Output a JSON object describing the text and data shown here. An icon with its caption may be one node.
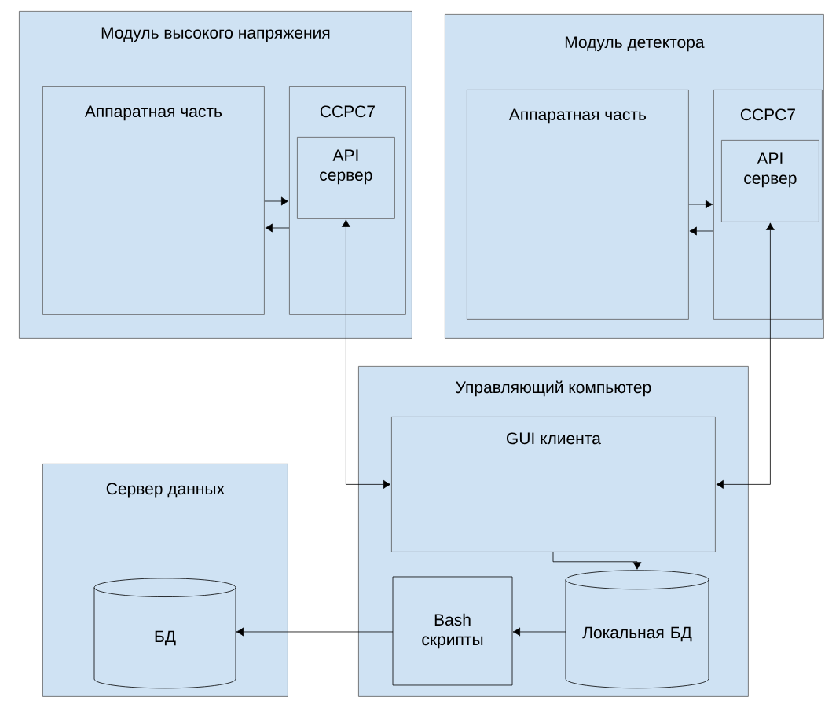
{
  "diagram": {
    "nodes": [
      {
        "text": [
          "Модуль высокого напряжения"
        ]
      },
      {
        "text": [
          "Аппаратная часть"
        ],
        "in": 0
      },
      {
        "text": [
          "CCPC7"
        ],
        "in": 0
      },
      {
        "text": [
          "API сервер"
        ],
        "in": 2
      },
      {
        "text": [
          "Модуль детектора"
        ]
      },
      {
        "text": [
          "Аппаратная часть"
        ],
        "in": 4
      },
      {
        "text": [
          "CCPC7"
        ],
        "in": 4
      },
      {
        "text": [
          "API сервер"
        ],
        "in": 6
      },
      {
        "text": [
          "Управляющий компьютер"
        ]
      },
      {
        "text": [
          "GUI клиента"
        ],
        "in": 8
      },
      {
        "text": [
          "Bash скрипты"
        ],
        "in": 8
      },
      {
        "text": [
          "Локальная БД"
        ],
        "in": 8
      },
      {
        "text": [
          "Сервер данных"
        ]
      },
      {
        "text": [
          "БД"
        ],
        "in": 12
      }
    ],
    "edges": [
      {
        "from": 1,
        "to": 2,
        "arrow": "to"
      },
      {
        "from": 2,
        "to": 1,
        "arrow": "to"
      },
      {
        "from": 9,
        "to": 3,
        "arrow": "both"
      },
      {
        "from": 5,
        "to": 6,
        "arrow": "to"
      },
      {
        "from": 6,
        "to": 5,
        "arrow": "to"
      },
      {
        "from": 9,
        "to": 7,
        "arrow": "both"
      },
      {
        "from": 9,
        "to": 11,
        "arrow": "to"
      },
      {
        "from": 11,
        "to": 10,
        "arrow": "to"
      },
      {
        "from": 10,
        "to": 13,
        "arrow": "to"
      }
    ]
  }
}
